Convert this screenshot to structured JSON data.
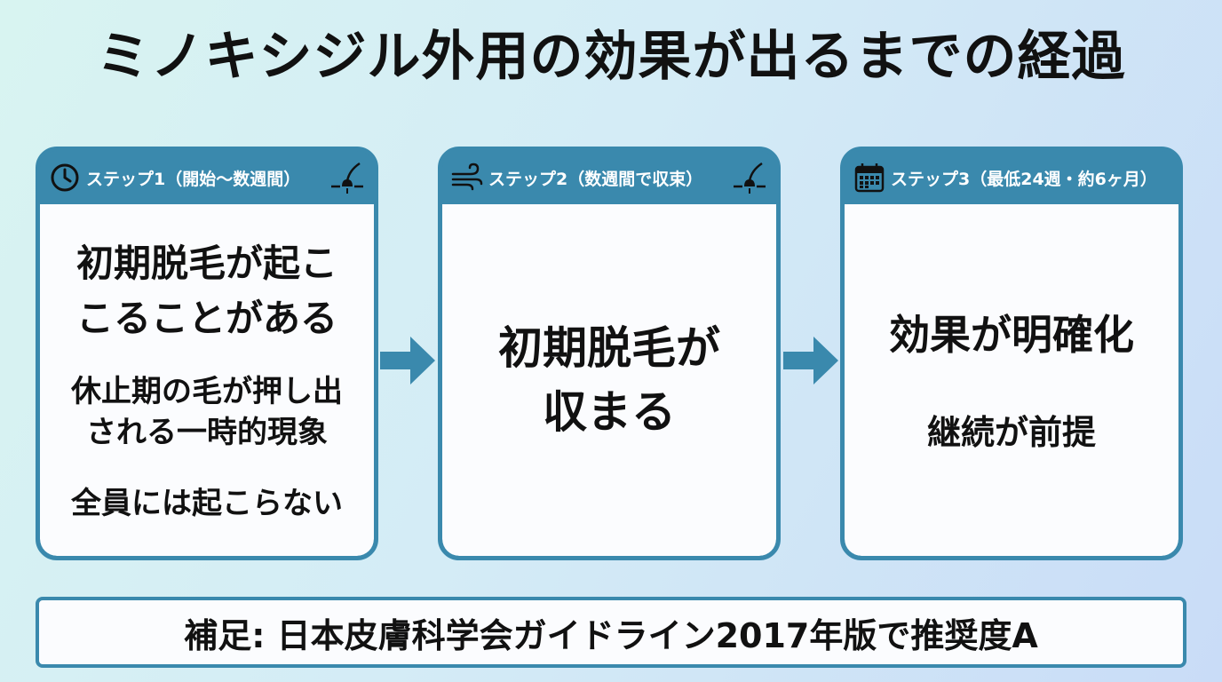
{
  "title": "ミノキシジル外用の効果が出るまでの経過",
  "steps": [
    {
      "header": "ステップ1（開始〜数週間）",
      "icon": "clock-icon",
      "lines": [
        "初期脱毛が起こ",
        "こることがある",
        "休止期の毛が押し出",
        "される一時的現象",
        "全員には起こらない"
      ]
    },
    {
      "header": "ステップ2（数週間で収束）",
      "icon": "wind-icon",
      "lines": [
        "初期脱毛が",
        "収まる"
      ]
    },
    {
      "header": "ステップ3（最低24週・約6ヶ月）",
      "icon": "calendar-icon",
      "lines": [
        "効果が明確化",
        "継続が前提"
      ]
    }
  ],
  "note": "補足: 日本皮膚科学会ガイドライン2017年版で推奨度A",
  "colors": {
    "accent": "#3a89ad",
    "card_bg": "#fbfcfe"
  }
}
